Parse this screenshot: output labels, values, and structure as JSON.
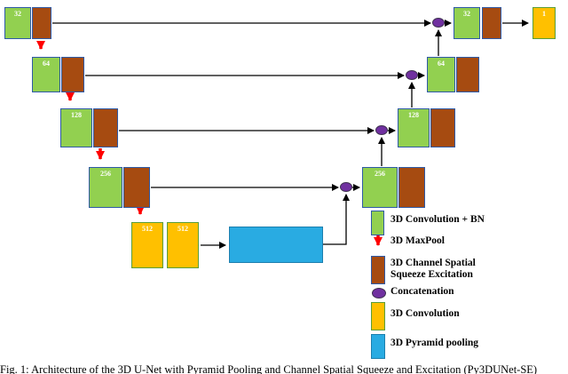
{
  "diagram": {
    "encoder": [
      {
        "channels": "32"
      },
      {
        "channels": "64"
      },
      {
        "channels": "128"
      },
      {
        "channels": "256"
      }
    ],
    "bottleneck": [
      {
        "channels": "512"
      },
      {
        "channels": "512"
      }
    ],
    "decoder": [
      {
        "channels": "256"
      },
      {
        "channels": "128"
      },
      {
        "channels": "64"
      },
      {
        "channels": "32"
      }
    ],
    "output": {
      "channels": "1"
    },
    "legend": [
      {
        "label": "3D Convolution + BN"
      },
      {
        "label": "3D MaxPool"
      },
      {
        "label": "3D Channel Spatial Squeeze Excitation"
      },
      {
        "label": "Concatenation"
      },
      {
        "label": "3D Convolution"
      },
      {
        "label": "3D Pyramid pooling"
      }
    ],
    "caption": "Fig. 1: Architecture of the 3D U-Net with Pyramid Pooling and Channel Spatial Squeeze and Excitation (Py3DUNet-SE)"
  },
  "colors": {
    "conv_bn_green": "#92d050",
    "scse_brown": "#a64b11",
    "conv_yellow": "#ffc000",
    "pyramid_blue": "#29abe2",
    "concat_purple": "#7030a0",
    "maxpool_red": "#ff0000",
    "arrow_black": "#000000"
  }
}
